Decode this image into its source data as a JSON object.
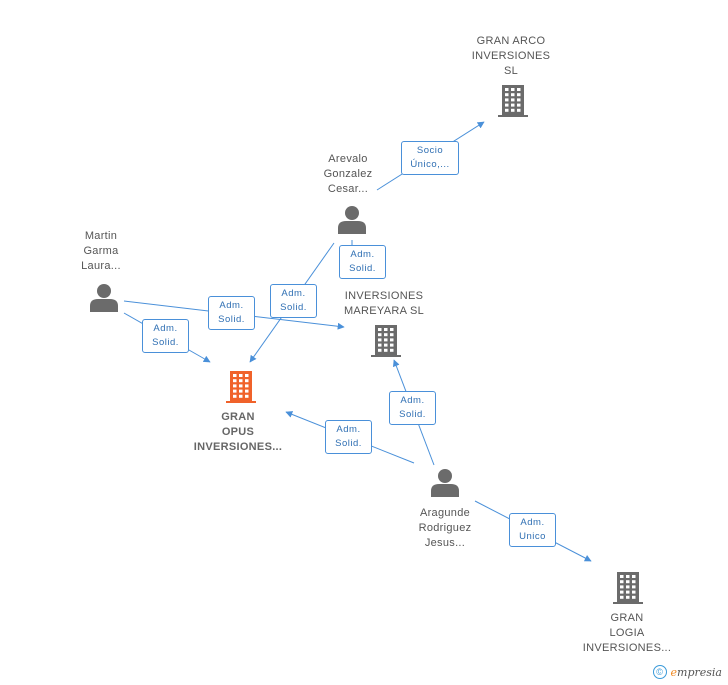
{
  "colors": {
    "edge": "#4a90d9",
    "node_icon": "#6b6b6b",
    "main_company_icon": "#f0622a",
    "edge_label_text": "#2f6fb3",
    "node_label_text": "#555555"
  },
  "nodes": {
    "gran_arco": {
      "type": "company",
      "lines": [
        "GRAN ARCO",
        "INVERSIONES",
        "SL"
      ]
    },
    "arevalo": {
      "type": "person",
      "lines": [
        "Arevalo",
        "Gonzalez",
        "Cesar..."
      ]
    },
    "martin": {
      "type": "person",
      "lines": [
        "Martin",
        "Garma",
        "Laura..."
      ]
    },
    "mareyara": {
      "type": "company",
      "lines": [
        "INVERSIONES",
        "MAREYARA  SL"
      ]
    },
    "gran_opus": {
      "type": "company",
      "main": true,
      "lines": [
        "GRAN",
        "OPUS",
        "INVERSIONES..."
      ]
    },
    "aragunde": {
      "type": "person",
      "lines": [
        "Aragunde",
        "Rodriguez",
        "Jesus..."
      ]
    },
    "gran_logia": {
      "type": "company",
      "lines": [
        "GRAN",
        "LOGIA",
        "INVERSIONES..."
      ]
    }
  },
  "edges": {
    "arevalo_gran_arco": {
      "lines": [
        "Socio",
        "Único,..."
      ]
    },
    "arevalo_mareyara": {
      "lines": [
        "Adm.",
        "Solid."
      ]
    },
    "arevalo_gran_opus": {
      "lines": [
        "Adm.",
        "Solid."
      ]
    },
    "martin_mareyara": {
      "lines": [
        "Adm.",
        "Solid."
      ]
    },
    "martin_gran_opus": {
      "lines": [
        "Adm.",
        "Solid."
      ]
    },
    "aragunde_mareyara": {
      "lines": [
        "Adm.",
        "Solid."
      ]
    },
    "aragunde_gran_opus": {
      "lines": [
        "Adm.",
        "Solid."
      ]
    },
    "aragunde_gran_logia": {
      "lines": [
        "Adm.",
        "Unico"
      ]
    }
  },
  "footer": {
    "copyright_symbol": "©",
    "brand_first": "e",
    "brand_rest": "mpresia"
  }
}
